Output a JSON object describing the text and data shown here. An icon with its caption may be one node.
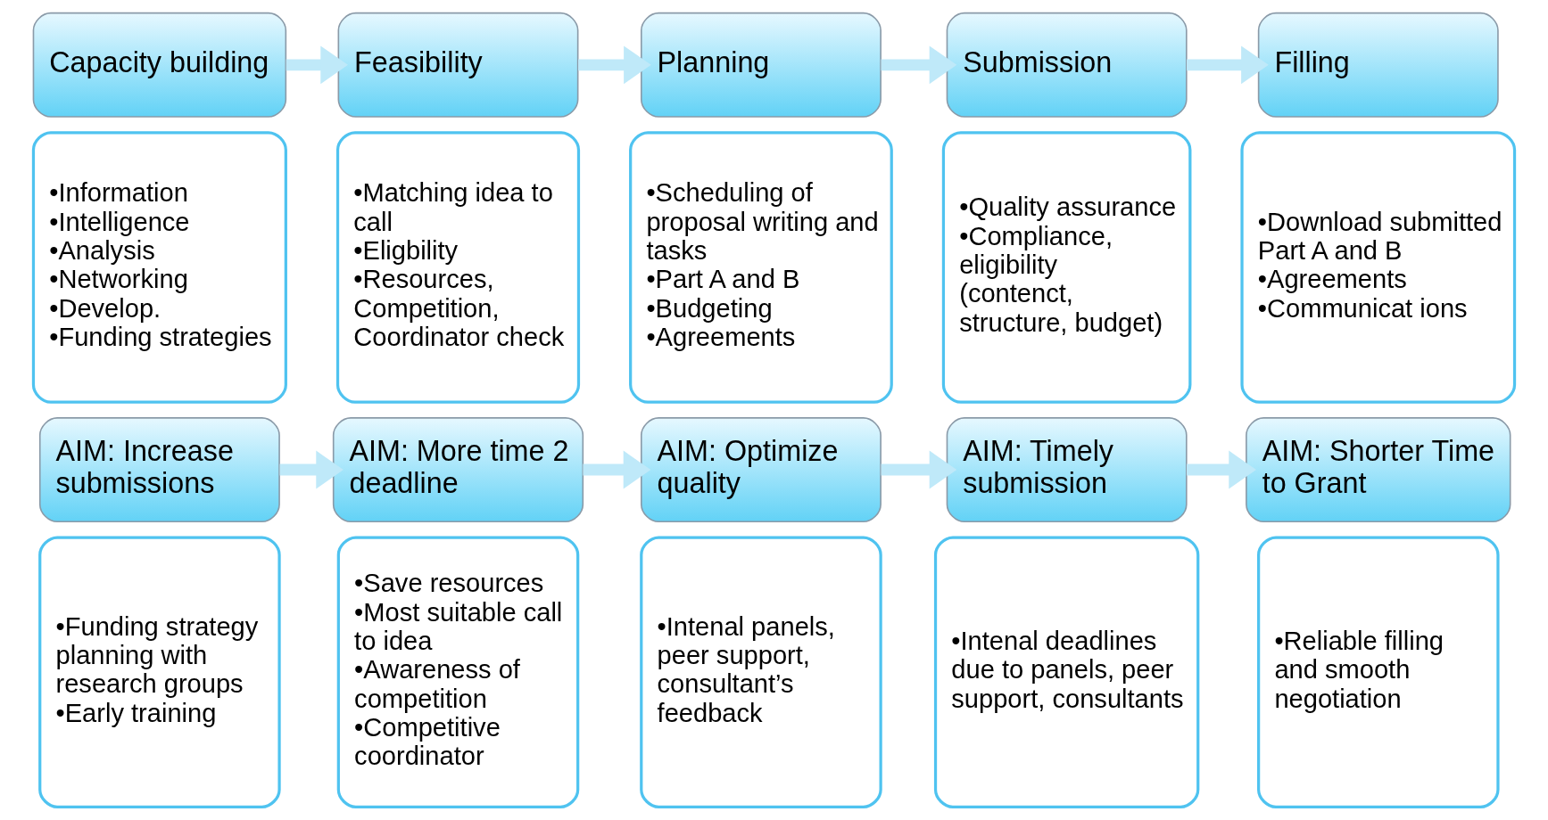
{
  "diagram": {
    "nodes": [
      {
        "text": [
          "Capacity building"
        ]
      },
      {
        "text": [
          "•Information",
          "•Intelligence",
          "•Analysis",
          "•Networking",
          "•Develop.",
          "•Funding strategies"
        ]
      },
      {
        "text": [
          "Feasibility"
        ]
      },
      {
        "text": [
          "•Matching idea to call",
          "•Eligbility",
          "•Resources, Competition, Coordinator check"
        ]
      },
      {
        "text": [
          "Planning"
        ]
      },
      {
        "text": [
          "•Scheduling of proposal writing and tasks",
          "•Part A and B",
          "•Budgeting",
          "•Agreements"
        ]
      },
      {
        "text": [
          "Submission"
        ]
      },
      {
        "text": [
          "•Quality assurance",
          "•Compliance, eligibility (contenct, structure, budget)"
        ]
      },
      {
        "text": [
          "Filling"
        ]
      },
      {
        "text": [
          "•Download submitted Part A and B",
          "•Agreements",
          "•Communicat ions"
        ]
      },
      {
        "text": [
          "AIM: Increase submissions"
        ]
      },
      {
        "text": [
          "•Funding strategy planning with research groups",
          "•Early training"
        ]
      },
      {
        "text": [
          "AIM: More time 2 deadline"
        ]
      },
      {
        "text": [
          "•Save resources",
          "•Most suitable call to idea",
          "•Awareness of competition",
          "•Competitive coordinator"
        ]
      },
      {
        "text": [
          "AIM: Optimize quality"
        ]
      },
      {
        "text": [
          "•Intenal panels, peer support, consultant’s feedback"
        ]
      },
      {
        "text": [
          "AIM: Timely submission"
        ]
      },
      {
        "text": [
          "•Intenal deadlines due to panels, peer support, consultants"
        ]
      },
      {
        "text": [
          "AIM: Shorter Time to Grant"
        ]
      },
      {
        "text": [
          "•Reliable filling and smooth negotiation"
        ]
      }
    ],
    "edges": [
      {
        "from": 0,
        "to": 2,
        "arrow": "to"
      },
      {
        "from": 2,
        "to": 4,
        "arrow": "to"
      },
      {
        "from": 4,
        "to": 6,
        "arrow": "to"
      },
      {
        "from": 6,
        "to": 8,
        "arrow": "to"
      },
      {
        "from": 10,
        "to": 12,
        "arrow": "to"
      },
      {
        "from": 12,
        "to": 14,
        "arrow": "to"
      },
      {
        "from": 14,
        "to": 16,
        "arrow": "to"
      },
      {
        "from": 16,
        "to": 18,
        "arrow": "to"
      }
    ]
  }
}
